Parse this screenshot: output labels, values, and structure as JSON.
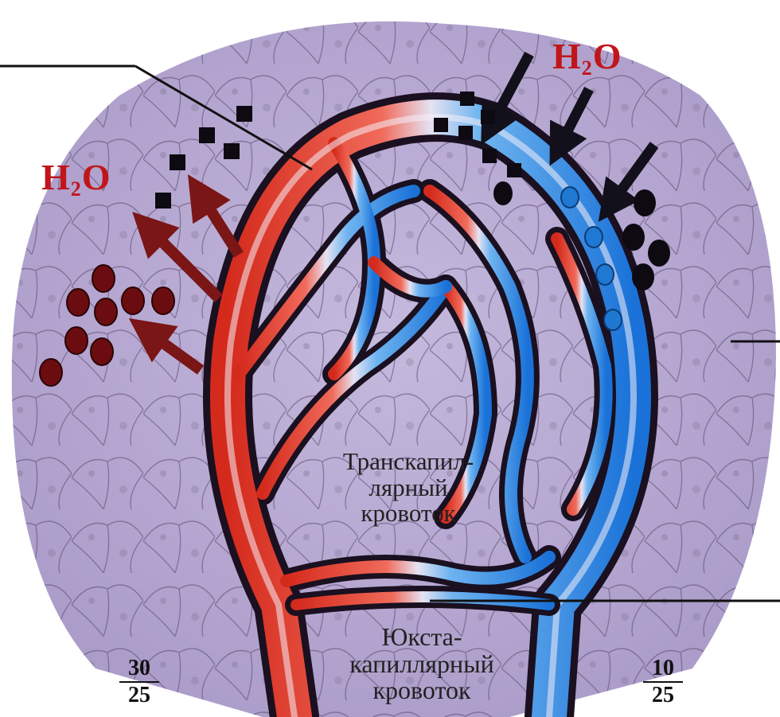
{
  "labels": {
    "water_left": "H",
    "water_left_sub": "2",
    "water_left_tail": "O",
    "water_right": "H",
    "water_right_sub": "2",
    "water_right_tail": "O",
    "transcapillary_line1": "Транскапил-",
    "transcapillary_line2": "лярный",
    "transcapillary_line3": "кровоток",
    "juxta_line1": "Юкста-",
    "juxta_line2": "капиллярный",
    "juxta_line3": "кровоток"
  },
  "pressures": {
    "arterial": {
      "numerator": "30",
      "denominator": "25"
    },
    "venous": {
      "numerator": "10",
      "denominator": "25"
    }
  },
  "colors": {
    "tissue": "#b7a9d2",
    "arterial": "#e23a2a",
    "venous": "#2a8ee6",
    "outline": "#1a1020",
    "arrow": "#7a1616",
    "water_text": "#c0161b",
    "particle_dark_red": "#6b0d10",
    "particle_black": "#0d0a12",
    "particle_blue": "#1f78d1"
  }
}
